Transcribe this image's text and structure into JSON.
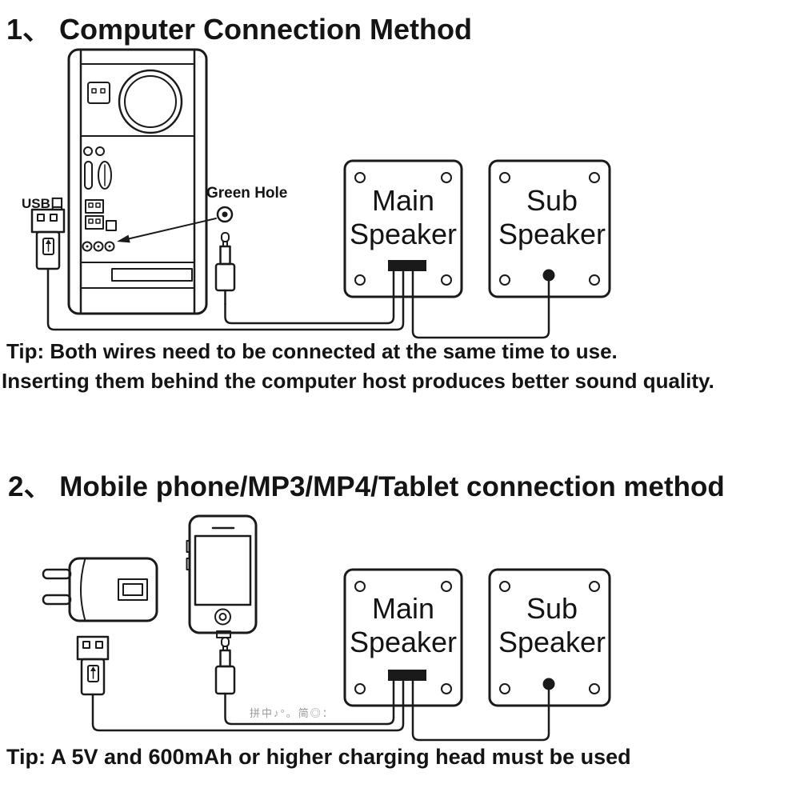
{
  "page": {
    "background": "#ffffff",
    "line_color": "#1a1a1a"
  },
  "section1": {
    "heading": "1、 Computer Connection Method",
    "usb_label": "USB口",
    "green_hole_label": "Green Hole",
    "main_speaker_label": "Main Speaker",
    "sub_speaker_label": "Sub Speaker",
    "tip_line1": "Tip: Both wires need to be connected at the same time to use.",
    "tip_line2": "Inserting them behind the computer host produces better sound quality."
  },
  "section2": {
    "heading": "2、 Mobile phone/MP3/MP4/Tablet connection method",
    "main_speaker_label": "Main Speaker",
    "sub_speaker_label": "Sub Speaker",
    "watermark": "拼中♪°。简◎：",
    "tip": "Tip: A 5V and 600mAh or higher charging head must be used"
  }
}
